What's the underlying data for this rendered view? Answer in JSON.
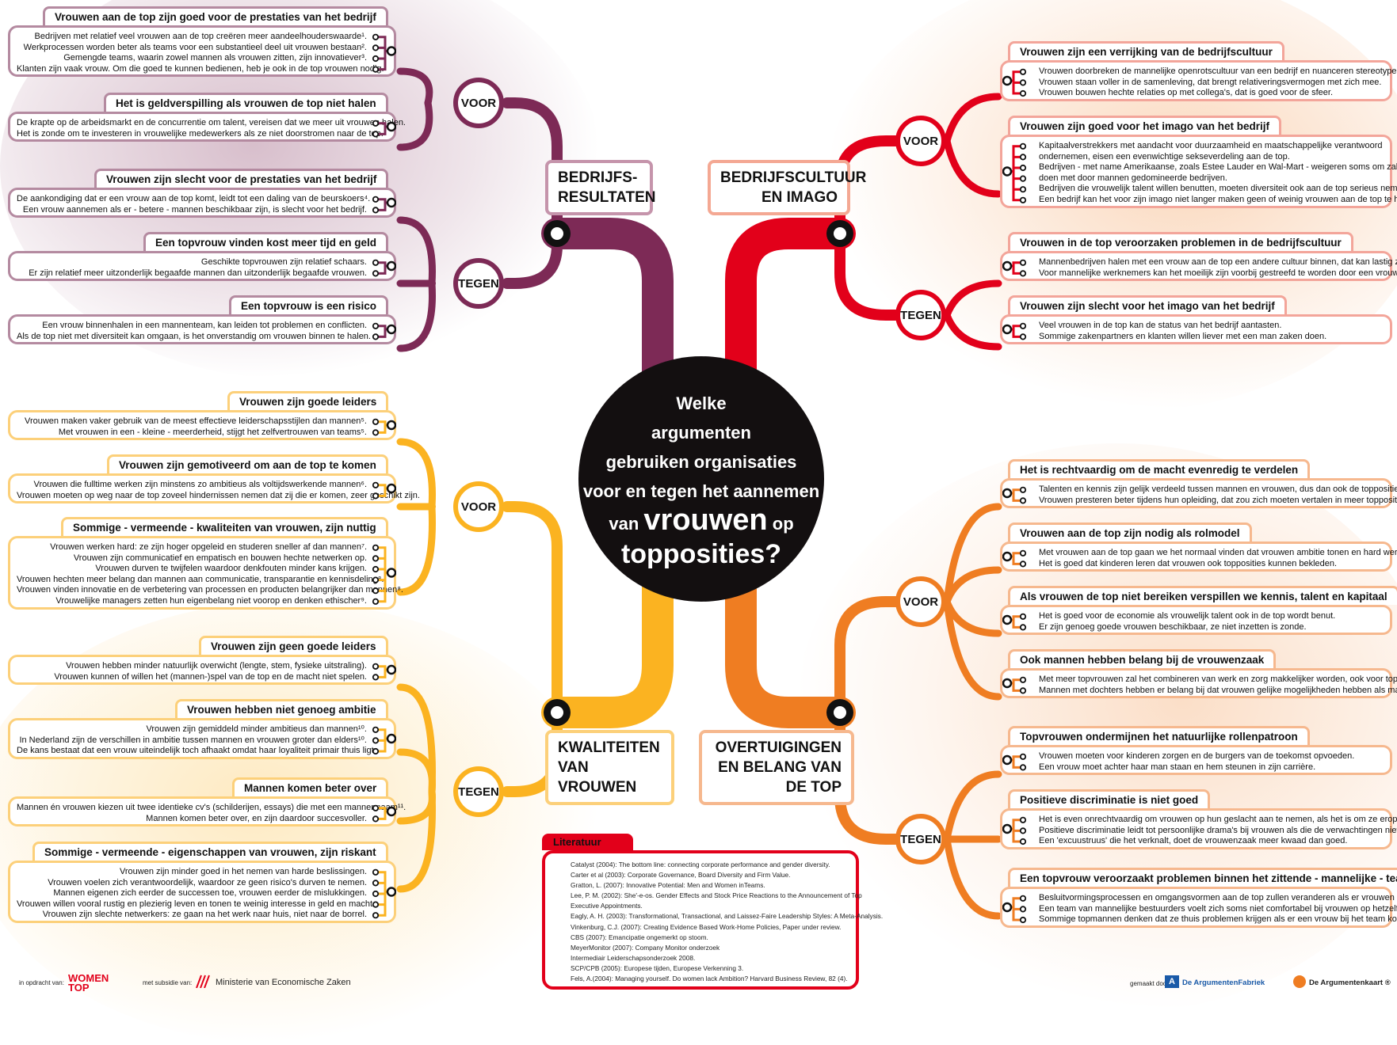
{
  "colors": {
    "purple": "#7d2a56",
    "red": "#e2001a",
    "yellow": "#fbb321",
    "orange": "#ef7d22"
  },
  "question": {
    "line1": "Welke",
    "line2": "argumenten",
    "line3": "gebruiken organisaties",
    "line4": "voor en tegen het aannemen",
    "line5_a": "van ",
    "line5_b": "vrouwen",
    "line5_c": " op",
    "line6": "topposities?"
  },
  "categories": {
    "tl": "BEDRIJFS- RESULTATEN",
    "tr": "BEDRIJFSCULTUUR EN IMAGO",
    "bl": "KWALITEITEN VAN VROUWEN",
    "br": "OVERTUIGINGEN EN BELANG VAN DE TOP"
  },
  "nodes": {
    "voor": "VOOR",
    "tegen": "TEGEN"
  },
  "groups": [
    {
      "q": "tl",
      "title": "Vrouwen aan de top zijn goed voor de prestaties van het bedrijf",
      "lines": [
        "Bedrijven met relatief veel vrouwen aan de top creëren meer aandeelhouderswaarde¹.",
        "Werkprocessen worden beter als teams voor een substantieel deel uit vrouwen bestaan².",
        "Gemengde teams, waarin zowel mannen als vrouwen zitten, zijn innovatiever³.",
        "Klanten zijn vaak vrouw. Om die goed te kunnen bedienen, heb je ook in de top vrouwen nodig."
      ]
    },
    {
      "q": "tl",
      "title": "Het is geldverspilling als vrouwen de top niet halen",
      "lines": [
        "De krapte op de arbeidsmarkt en de concurrentie om talent, vereisen dat we meer uit vrouwen halen.",
        "Het is zonde om te investeren in vrouwelijke medewerkers als ze niet doorstromen naar de top."
      ]
    },
    {
      "q": "tl",
      "title": "Vrouwen zijn slecht voor de prestaties van het bedrijf",
      "lines": [
        "De aankondiging dat er een vrouw aan de top komt, leidt tot een daling van de beurskoers⁴.",
        "Een vrouw aannemen als er - betere - mannen beschikbaar zijn, is slecht voor het bedrijf."
      ]
    },
    {
      "q": "tl",
      "title": "Een topvrouw vinden kost meer tijd en geld",
      "lines": [
        "Geschikte topvrouwen zijn relatief schaars.",
        "Er zijn relatief meer uitzonderlijk begaafde mannen dan uitzonderlijk begaafde vrouwen."
      ]
    },
    {
      "q": "tl",
      "title": "Een topvrouw is een risico",
      "lines": [
        "Een vrouw binnenhalen in een mannenteam, kan leiden tot problemen en conflicten.",
        "Als de top niet met diversiteit kan omgaan, is het onverstandig om vrouwen binnen te halen."
      ]
    },
    {
      "q": "tr",
      "title": "Vrouwen zijn een verrijking van de bedrijfscultuur",
      "lines": [
        "Vrouwen doorbreken de mannelijke openrotscultuur van een bedrijf en nuanceren stereotyperingen.",
        "Vrouwen staan voller in de samenleving, dat brengt relativeringsvermogen met zich mee.",
        "Vrouwen bouwen hechte relaties op met collega's, dat is goed voor de sfeer."
      ]
    },
    {
      "q": "tr",
      "title": "Vrouwen zijn goed voor het imago van het bedrijf",
      "lines": [
        "Kapitaalverstrekkers met aandacht voor duurzaamheid en maatschappelijke verantwoord",
        "ondernemen, eisen een evenwichtige sekseverdeling aan de top.",
        "Bedrijven - met name Amerikaanse, zoals Estee Lauder en Wal-Mart - weigeren soms om zaken te",
        "doen met door mannen gedomineerde bedrijven.",
        "Bedrijven die vrouwelijk talent willen benutten, moeten diversiteit ook aan de top serieus nemen.",
        "Een bedrijf kan het voor zijn imago niet langer maken geen of weinig vrouwen aan de top te hebben."
      ]
    },
    {
      "q": "tr",
      "title": "Vrouwen in de top veroorzaken problemen in de bedrijfscultuur",
      "lines": [
        "Mannenbedrijven halen met een vrouw aan de top een andere cultuur binnen, dat kan lastig zijn.",
        "Voor mannelijke werknemers kan het moeilijk zijn voorbij gestreefd te worden door een vrouw."
      ]
    },
    {
      "q": "tr",
      "title": "Vrouwen zijn slecht voor het imago van het bedrijf",
      "lines": [
        "Veel vrouwen in de top kan de status van het bedrijf aantasten.",
        "Sommige zakenpartners en klanten willen liever met een man zaken doen."
      ]
    },
    {
      "q": "bl",
      "title": "Vrouwen zijn goede leiders",
      "lines": [
        "Vrouwen maken vaker gebruik van de meest effectieve leiderschapsstijlen dan mannen⁵.",
        "Met vrouwen in een - kleine - meerderheid, stijgt het zelfvertrouwen van teams⁵."
      ]
    },
    {
      "q": "bl",
      "title": "Vrouwen zijn gemotiveerd om aan de top te komen",
      "lines": [
        "Vrouwen die fulltime werken zijn minstens zo ambitieus als voltijdswerkende mannen⁶.",
        "Vrouwen moeten op weg naar de top zoveel hindernissen nemen dat zij die er komen, zeer geschikt zijn."
      ]
    },
    {
      "q": "bl",
      "title": "Sommige - vermeende - kwaliteiten van vrouwen, zijn nuttig",
      "lines": [
        "Vrouwen werken hard: ze zijn hoger opgeleid en studeren sneller af dan mannen⁷.",
        "Vrouwen zijn communicatief en empatisch en bouwen hechte netwerken op.",
        "Vrouwen durven te twijfelen waardoor denkfouten minder kans krijgen.",
        "Vrouwen hechten meer belang dan mannen aan communicatie, transparantie en kennisdeling⁸.",
        "Vrouwen vinden innovatie en de verbetering van processen en producten belangrijker dan mannen⁸.",
        "Vrouwelijke managers zetten hun eigenbelang niet voorop en denken ethischer⁹."
      ]
    },
    {
      "q": "bl",
      "title": "Vrouwen zijn geen goede leiders",
      "lines": [
        "Vrouwen hebben minder natuurlijk overwicht (lengte, stem, fysieke uitstraling).",
        "Vrouwen kunnen of willen het (mannen-)spel van de top en de macht niet spelen."
      ]
    },
    {
      "q": "bl",
      "title": "Vrouwen hebben niet genoeg ambitie",
      "lines": [
        "Vrouwen zijn gemiddeld minder ambitieus dan mannen¹⁰.",
        "In Nederland zijn de verschillen in ambitie tussen mannen en vrouwen groter dan elders¹⁰.",
        "De kans bestaat dat een vrouw uiteindelijk toch afhaakt omdat haar loyaliteit primair thuis ligt."
      ]
    },
    {
      "q": "bl",
      "title": "Mannen komen beter over",
      "lines": [
        "Mannen én vrouwen kiezen uit twee identieke cv's (schilderijen, essays) die met een mannennaam¹¹.",
        "Mannen komen beter over, en zijn daardoor succesvoller."
      ]
    },
    {
      "q": "bl",
      "title": "Sommige - vermeende - eigenschappen van vrouwen, zijn riskant",
      "lines": [
        "Vrouwen zijn minder goed in het nemen van harde beslissingen.",
        "Vrouwen voelen zich verantwoordelijk, waardoor ze geen risico's durven te nemen.",
        "Mannen eigenen zich eerder de successen toe, vrouwen eerder de mislukkingen.",
        "Vrouwen willen vooral rustig en plezierig leven en tonen te weinig interesse in geld en macht.",
        "Vrouwen zijn slechte netwerkers: ze gaan na het werk naar huis, niet naar de borrel."
      ]
    },
    {
      "q": "br",
      "title": "Het is rechtvaardig om de macht evenredig te verdelen",
      "lines": [
        "Talenten en kennis zijn gelijk verdeeld tussen mannen en vrouwen, dus dan ook de topposities.",
        "Vrouwen presteren beter tijdens hun opleiding, dat zou zich moeten vertalen in meer topposities."
      ]
    },
    {
      "q": "br",
      "title": "Vrouwen aan de top zijn nodig als rolmodel",
      "lines": [
        "Met vrouwen aan de top gaan we het normaal vinden dat vrouwen ambitie tonen en hard werken.",
        "Het is goed dat kinderen leren dat vrouwen ook topposities kunnen bekleden."
      ]
    },
    {
      "q": "br",
      "title": "Als vrouwen de top niet bereiken verspillen we kennis, talent en kapitaal",
      "lines": [
        "Het is goed voor de economie als vrouwelijk talent ook in de top wordt benut.",
        "Er zijn genoeg goede vrouwen beschikbaar, ze niet inzetten is zonde."
      ]
    },
    {
      "q": "br",
      "title": "Ook mannen hebben belang bij de vrouwenzaak",
      "lines": [
        "Met meer topvrouwen zal het combineren van werk en zorg makkelijker worden, ook voor topmannen.",
        "Mannen met dochters hebben er belang bij dat vrouwen gelijke mogelijkheden hebben als mannen."
      ]
    },
    {
      "q": "br",
      "title": "Topvrouwen ondermijnen het natuurlijke rollenpatroon",
      "lines": [
        "Vrouwen moeten voor kinderen zorgen en de burgers van de toekomst opvoeden.",
        "Een vrouw moet achter haar man staan en hem steunen in zijn carrière."
      ]
    },
    {
      "q": "br",
      "title": "Positieve discriminatie is niet goed",
      "lines": [
        "Het is even onrechtvaardig om vrouwen op hun geslacht aan te nemen, als het is om ze erop af te wijzen.",
        "Positieve discriminatie leidt tot persoonlijke drama's bij vrouwen als die de verwachtingen niet waarmaken.",
        "Een 'excuustruus' die het verknalt, doet de vrouwenzaak meer kwaad dan goed."
      ]
    },
    {
      "q": "br",
      "title": "Een topvrouw veroorzaakt problemen binnen het zittende - mannelijke - team",
      "lines": [
        "Besluitvormingsprocessen en omgangsvormen aan de top zullen veranderen als er vrouwen bij komen.",
        "Een team van mannelijke bestuurders voelt zich soms niet comfortabel bij vrouwen op hetzelfde niveau.",
        "Sommige topmannen denken dat ze thuis problemen krijgen als er een vrouw bij het team komt."
      ]
    }
  ],
  "literature": {
    "title": "Literatuur",
    "lines": [
      "Catalyst (2004): The bottom line: connecting corporate performance and gender diversity.",
      "Carter et al (2003): Corporate Governance, Board Diversity and Firm Value.",
      "Gratton, L. (2007): Innovative Potential: Men and Women inTeams.",
      "Lee, P. M. (2002): She'-e-os. Gender Effects and Stock Price Reactions to the Announcement of Top",
      "Executive Appointments.",
      "Eagly, A. H. (2003): Transformational, Transactional, and Laissez-Faire Leadership Styles: A Meta-Analysis.",
      "Vinkenburg, C.J. (2007): Creating Evidence Based Work-Home Policies, Paper under review.",
      "CBS (2007): Emancipatie ongemerkt op stoom.",
      "MeyerMonitor (2007): Company Monitor onderzoek",
      "Intermediair Leiderschapsonderzoek 2008.",
      "SCP/CPB (2005): Europese tijden, Europese Verkenning 3.",
      "Fels, A.(2004): Managing yourself. Do women lack Ambition? Harvard Business Review, 82 (4)."
    ]
  },
  "footer": {
    "opdracht": "in opdracht van:",
    "women_logo": "WOMEN TOP",
    "subsidie": "met subsidie van:",
    "ministerie": "Ministerie van Economische Zaken",
    "gemaakt": "gemaakt door:",
    "copyright": "©",
    "fabriek": "De ArgumentenFabriek",
    "kaart": "De Argumentenkaart",
    "reg": "®"
  }
}
